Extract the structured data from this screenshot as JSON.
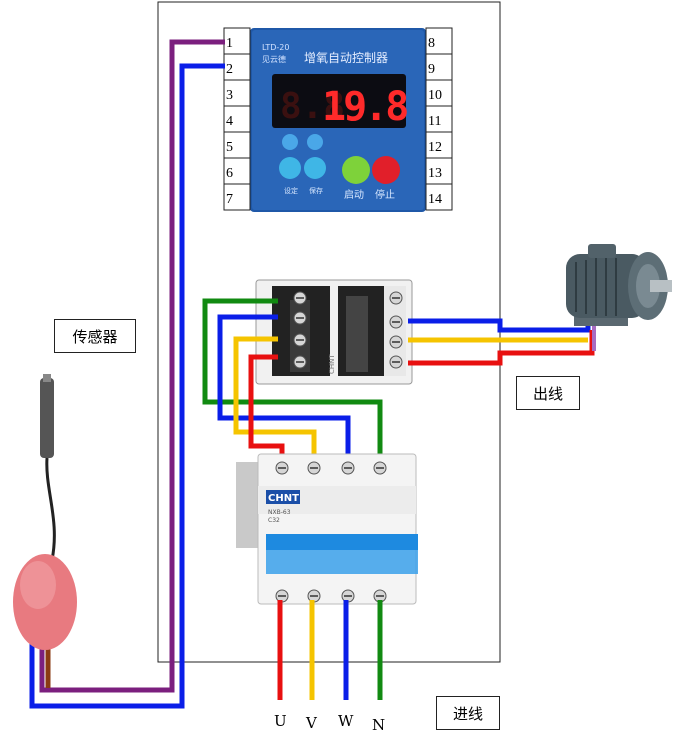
{
  "labels": {
    "sensor": "传感器",
    "outlet": "出线",
    "inlet": "进线"
  },
  "controller": {
    "model_line1": "LTD-20",
    "model_line2": "见云德",
    "title": "增氧自动控制器",
    "display_left": "8.8",
    "display_value": "19.8",
    "btn_set": "设定",
    "btn_save": "保存",
    "btn_start": "启动",
    "btn_stop": "停止",
    "terminals_left": [
      "1",
      "2",
      "3",
      "4",
      "5",
      "6",
      "7"
    ],
    "terminals_right": [
      "8",
      "9",
      "10",
      "11",
      "12",
      "13",
      "14"
    ]
  },
  "breaker": {
    "brand": "CHNT",
    "model": "NXB-63",
    "rating": "C32"
  },
  "contactor": {
    "brand": "CHNT"
  },
  "phases": [
    "U",
    "V",
    "W",
    "N"
  ],
  "colors": {
    "purple": "#7b1f7e",
    "blue": "#0a1ee8",
    "green": "#118a11",
    "yellow": "#f5c400",
    "red": "#e81010",
    "brown": "#8a3a12"
  }
}
